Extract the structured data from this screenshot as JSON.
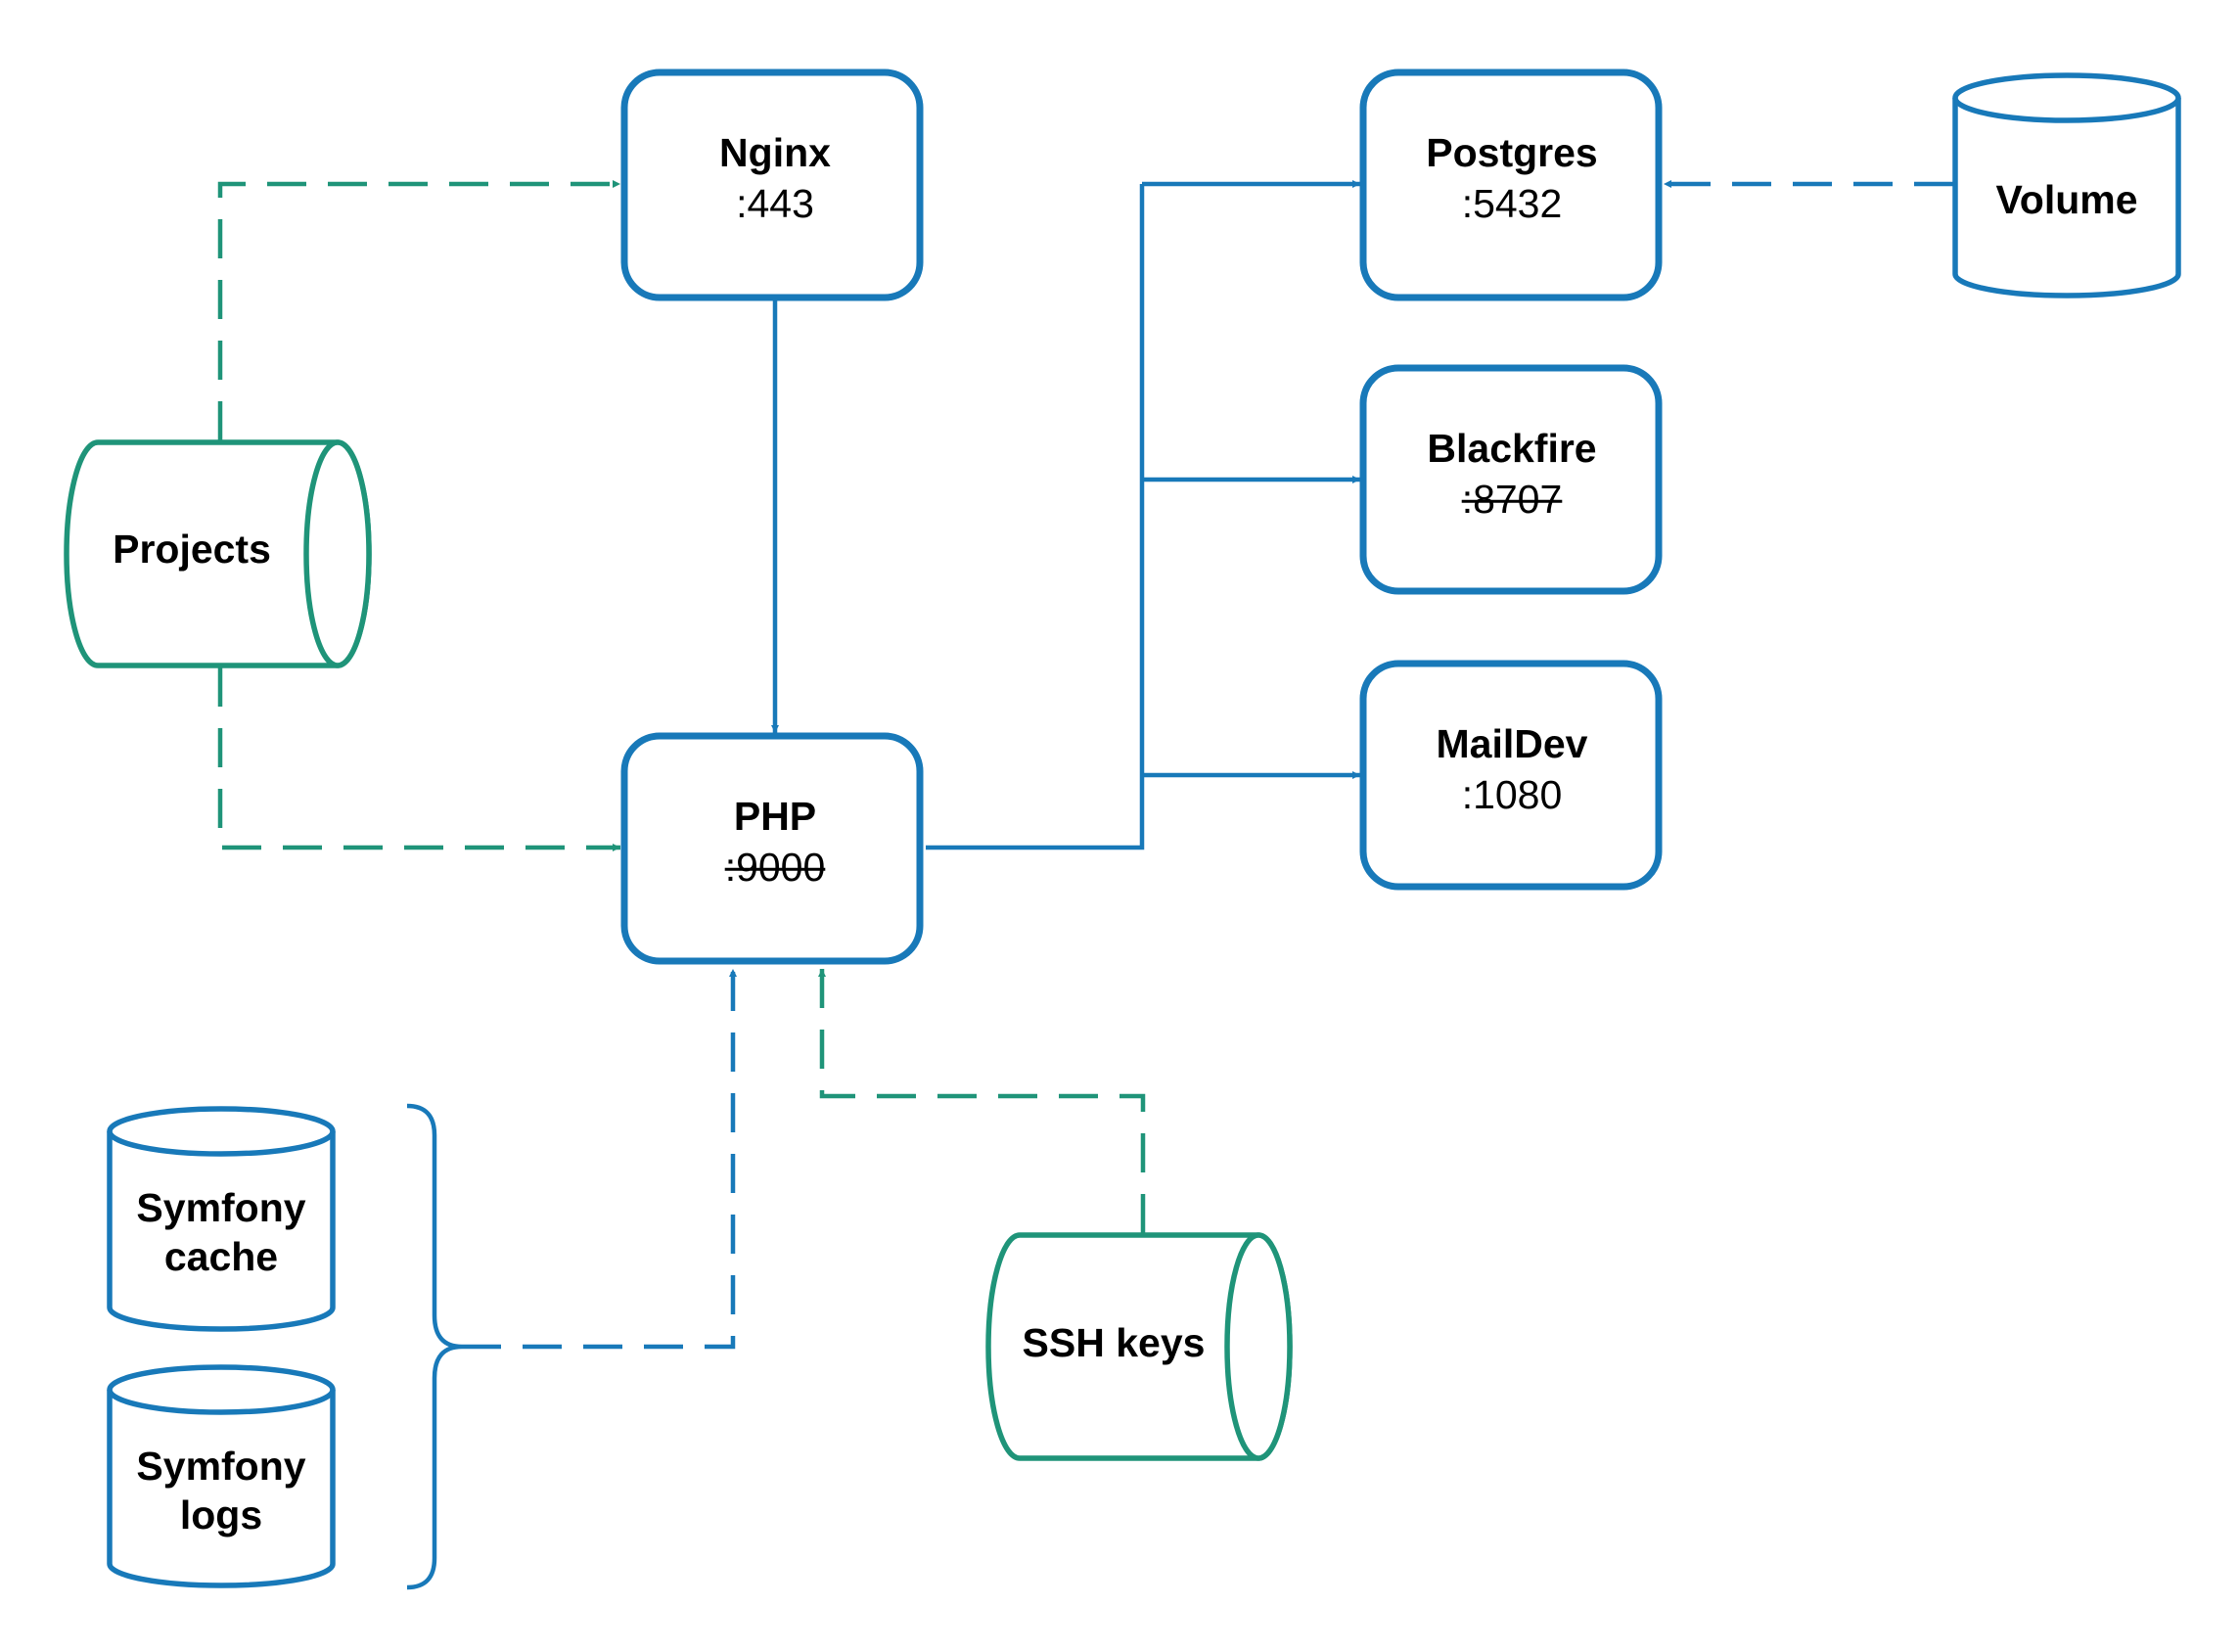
{
  "colors": {
    "blue": "#1879b9",
    "green": "#1f9479",
    "text": "#000000",
    "background": "#ffffff"
  },
  "services": {
    "nginx": {
      "name": "Nginx",
      "port": ":443",
      "port_disabled": false
    },
    "php": {
      "name": "PHP",
      "port": ":9000",
      "port_disabled": true
    },
    "postgres": {
      "name": "Postgres",
      "port": ":5432",
      "port_disabled": false
    },
    "blackfire": {
      "name": "Blackfire",
      "port": ":8707",
      "port_disabled": true
    },
    "maildev": {
      "name": "MailDev",
      "port": ":1080",
      "port_disabled": false
    }
  },
  "volumes": {
    "projects": {
      "label": "Projects",
      "color": "green"
    },
    "volume": {
      "label": "Volume",
      "color": "blue"
    },
    "symfony_cache": {
      "label_line1": "Symfony",
      "label_line2": "cache",
      "color": "blue"
    },
    "symfony_logs": {
      "label_line1": "Symfony",
      "label_line2": "logs",
      "color": "blue"
    },
    "ssh_keys": {
      "label": "SSH keys",
      "color": "green"
    }
  },
  "connections": [
    {
      "from": "nginx",
      "to": "php",
      "style": "solid",
      "color": "blue"
    },
    {
      "from": "php",
      "to": "postgres",
      "style": "solid",
      "color": "blue"
    },
    {
      "from": "php",
      "to": "blackfire",
      "style": "solid",
      "color": "blue"
    },
    {
      "from": "php",
      "to": "maildev",
      "style": "solid",
      "color": "blue"
    },
    {
      "from": "volume",
      "to": "postgres",
      "style": "dashed",
      "color": "blue"
    },
    {
      "from": "projects",
      "to": "nginx",
      "style": "dashed",
      "color": "green"
    },
    {
      "from": "projects",
      "to": "php",
      "style": "dashed",
      "color": "green"
    },
    {
      "from": "symfony_cache,symfony_logs",
      "to": "php",
      "style": "dashed",
      "color": "blue"
    },
    {
      "from": "ssh_keys",
      "to": "php",
      "style": "dashed",
      "color": "green"
    }
  ]
}
